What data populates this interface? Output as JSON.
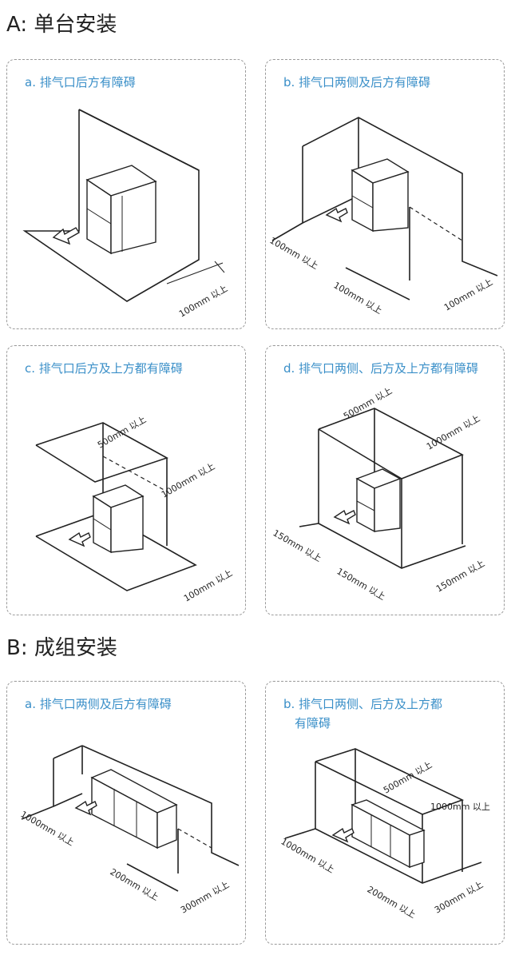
{
  "section_a": {
    "title": "A: 单台安装"
  },
  "section_b": {
    "title": "B: 成组安装"
  },
  "panels": {
    "a_a": {
      "title": "a. 排气口后方有障碍",
      "dims": [
        "100mm 以上"
      ]
    },
    "a_b": {
      "title": "b. 排气口两侧及后方有障碍",
      "dims": [
        "100mm 以上",
        "100mm 以上",
        "100mm 以上"
      ]
    },
    "a_c": {
      "title": "c. 排气口后方及上方都有障碍",
      "dims": [
        "500mm 以上",
        "1000mm 以上",
        "100mm 以上"
      ]
    },
    "a_d": {
      "title": "d. 排气口两侧、后方及上方都有障碍",
      "dims": [
        "500mm 以上",
        "1000mm 以上",
        "150mm 以上",
        "150mm 以上",
        "150mm 以上"
      ]
    },
    "b_a": {
      "title": "a. 排气口两侧及后方有障碍",
      "dims": [
        "1000mm 以上",
        "200mm 以上",
        "300mm 以上"
      ]
    },
    "b_b": {
      "title_line1": "b. 排气口两侧、后方及上方都",
      "title_line2": "有障碍",
      "dims": [
        "500mm 以上",
        "1000mm 以上",
        "1000mm 以上",
        "200mm 以上",
        "300mm 以上"
      ]
    }
  }
}
